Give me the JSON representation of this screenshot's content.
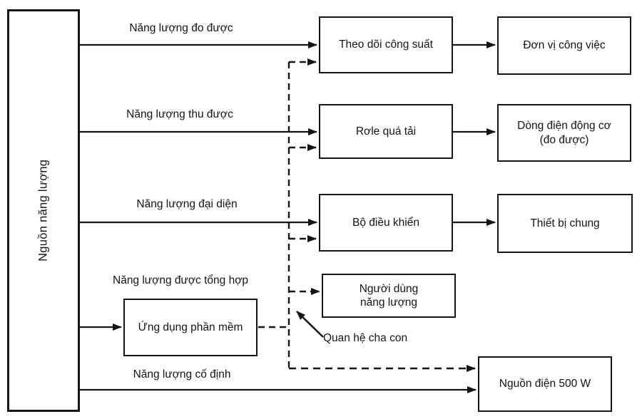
{
  "source_box": {
    "label": "Nguồn năng lượng"
  },
  "flow_labels": {
    "measured": "Năng lượng đo được",
    "obtained": "Năng lượng thu được",
    "represented": "Năng lượng đại diện",
    "aggregated": "Năng lượng được tổng hợp",
    "fixed": "Năng lượng cố định"
  },
  "boxes": {
    "power_monitor": "Theo dõi công suất",
    "work_unit": "Đơn vị công việc",
    "overload_relay": "Rơle quá tải",
    "motor_current_1": "Dòng điện động cơ",
    "motor_current_2": "(đo được)",
    "controller": "Bộ điều khiển",
    "generic_device": "Thiết bị chung",
    "energy_user_1": "Người dùng",
    "energy_user_2": "năng lượng",
    "software_app": "Ứng dụng phần mềm",
    "power_source": "Nguồn điện 500 W"
  },
  "annotation": {
    "parent_child": "Quan hệ cha con"
  },
  "colors": {
    "ink": "#141414",
    "background": "#ffffff"
  }
}
